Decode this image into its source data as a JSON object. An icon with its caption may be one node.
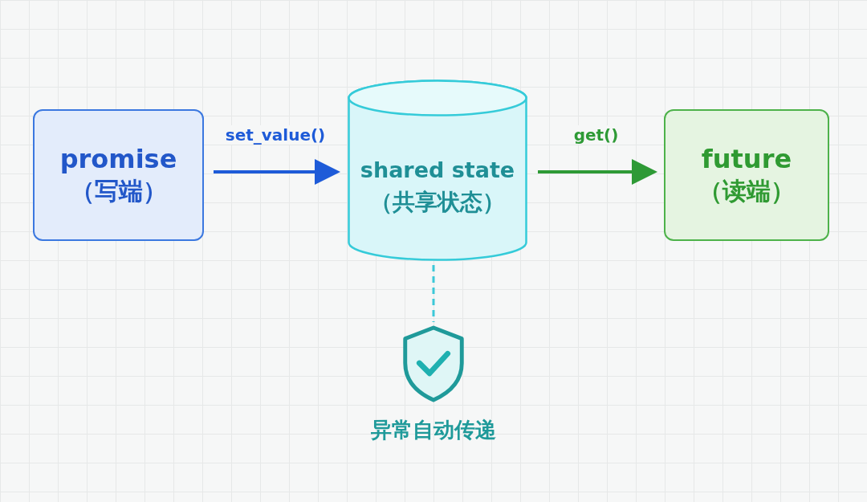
{
  "diagram": {
    "nodes": [
      {
        "text": [
          "promise",
          "（写端）"
        ]
      },
      {
        "text": [
          "shared state",
          "（共享状态）"
        ]
      },
      {
        "text": [
          "future",
          "（读端）"
        ]
      },
      {
        "text": [
          "异常自动传递"
        ]
      }
    ],
    "edges": [
      {
        "from": 0,
        "to": 1,
        "arrow": "to",
        "label": "set_value()",
        "color": "#1e5bd8"
      },
      {
        "from": 1,
        "to": 2,
        "arrow": "to",
        "label": "get()",
        "color": "#2e9a36"
      },
      {
        "from": 1,
        "to": 3,
        "arrow": "none",
        "style": "dashed",
        "color": "#3cc8d8"
      }
    ]
  }
}
